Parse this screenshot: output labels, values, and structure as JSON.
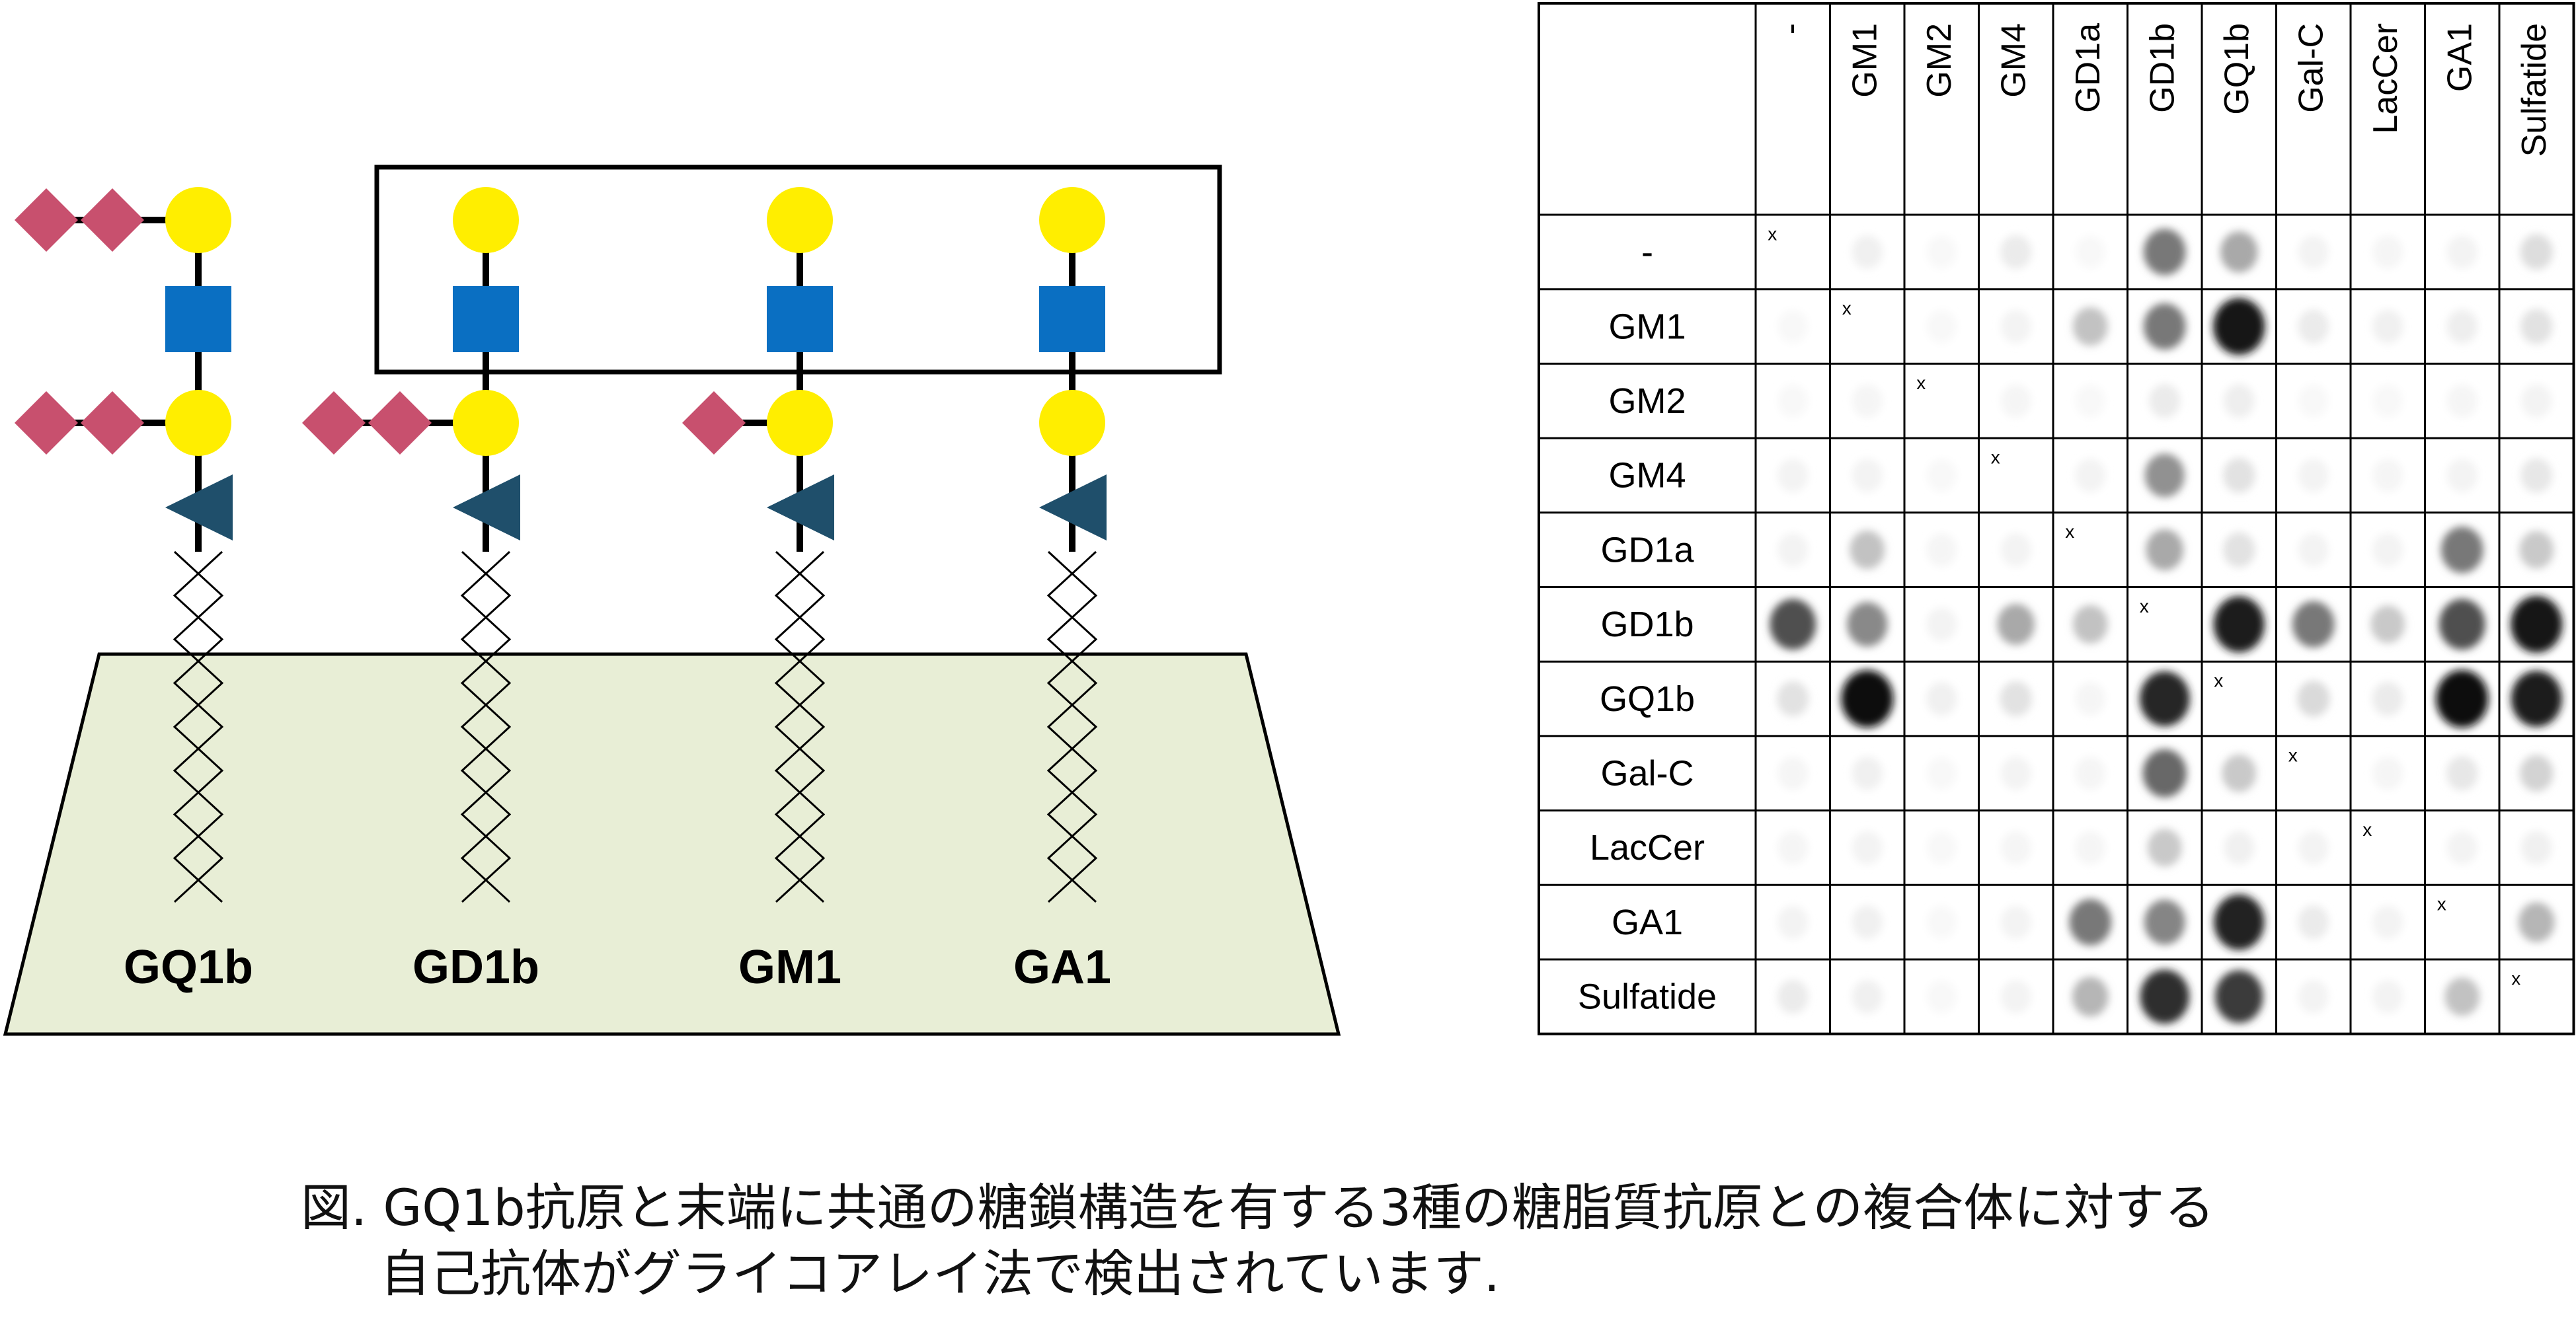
{
  "colors": {
    "sialic_acid": "#c8506e",
    "galactose": "#ffee00",
    "galnac": "#0a6fc2",
    "glucose": "#1f4f6b",
    "membrane": "#e8eed6",
    "icon_mapping": {
      "diamond-icon": "sialic-acid",
      "circle-icon": "galactose",
      "square-icon": "n-acetylgalactosamine",
      "triangle-icon": "glucose"
    }
  },
  "diagram": {
    "molecules": [
      {
        "label": "GQ1b",
        "sialic_upper": 2,
        "sialic_lower": 2
      },
      {
        "label": "GD1b",
        "sialic_upper": 0,
        "sialic_lower": 2
      },
      {
        "label": "GM1",
        "sialic_upper": 0,
        "sialic_lower": 1
      },
      {
        "label": "GA1",
        "sialic_upper": 0,
        "sialic_lower": 0
      }
    ]
  },
  "array": {
    "columns": [
      "-",
      "GM1",
      "GM2",
      "GM4",
      "GD1a",
      "GD1b",
      "GQ1b",
      "Gal-C",
      "LacCer",
      "GA1",
      "Sulfatide"
    ],
    "rows": [
      "-",
      "GM1",
      "GM2",
      "GM4",
      "GD1a",
      "GD1b",
      "GQ1b",
      "Gal-C",
      "LacCer",
      "GA1",
      "Sulfatide"
    ],
    "cross_mark": "x",
    "spot_intensity": [
      [
        0.0,
        0.06,
        0.03,
        0.08,
        0.03,
        0.55,
        0.35,
        0.05,
        0.04,
        0.05,
        0.14
      ],
      [
        0.03,
        0.0,
        0.03,
        0.05,
        0.25,
        0.55,
        0.95,
        0.08,
        0.06,
        0.07,
        0.12
      ],
      [
        0.03,
        0.04,
        0.0,
        0.04,
        0.03,
        0.08,
        0.07,
        0.03,
        0.03,
        0.04,
        0.05
      ],
      [
        0.05,
        0.05,
        0.03,
        0.0,
        0.05,
        0.45,
        0.12,
        0.05,
        0.04,
        0.05,
        0.1
      ],
      [
        0.05,
        0.25,
        0.04,
        0.05,
        0.0,
        0.35,
        0.12,
        0.05,
        0.05,
        0.55,
        0.22
      ],
      [
        0.72,
        0.48,
        0.05,
        0.35,
        0.25,
        0.0,
        0.92,
        0.55,
        0.22,
        0.72,
        0.95
      ],
      [
        0.12,
        0.97,
        0.06,
        0.12,
        0.04,
        0.88,
        0.0,
        0.15,
        0.08,
        0.98,
        0.92
      ],
      [
        0.04,
        0.06,
        0.03,
        0.05,
        0.04,
        0.62,
        0.22,
        0.0,
        0.04,
        0.1,
        0.18
      ],
      [
        0.04,
        0.05,
        0.03,
        0.04,
        0.04,
        0.22,
        0.06,
        0.05,
        0.0,
        0.05,
        0.06
      ],
      [
        0.05,
        0.06,
        0.03,
        0.05,
        0.55,
        0.5,
        0.9,
        0.08,
        0.05,
        0.0,
        0.3
      ],
      [
        0.08,
        0.06,
        0.03,
        0.05,
        0.3,
        0.85,
        0.8,
        0.05,
        0.05,
        0.25,
        0.0
      ]
    ]
  },
  "caption": {
    "line1": "図. GQ1b抗原と末端に共通の糖鎖構造を有する3種の糖脂質抗原との複合体に対する",
    "line2": "自己抗体がグライコアレイ法で検出されています."
  }
}
